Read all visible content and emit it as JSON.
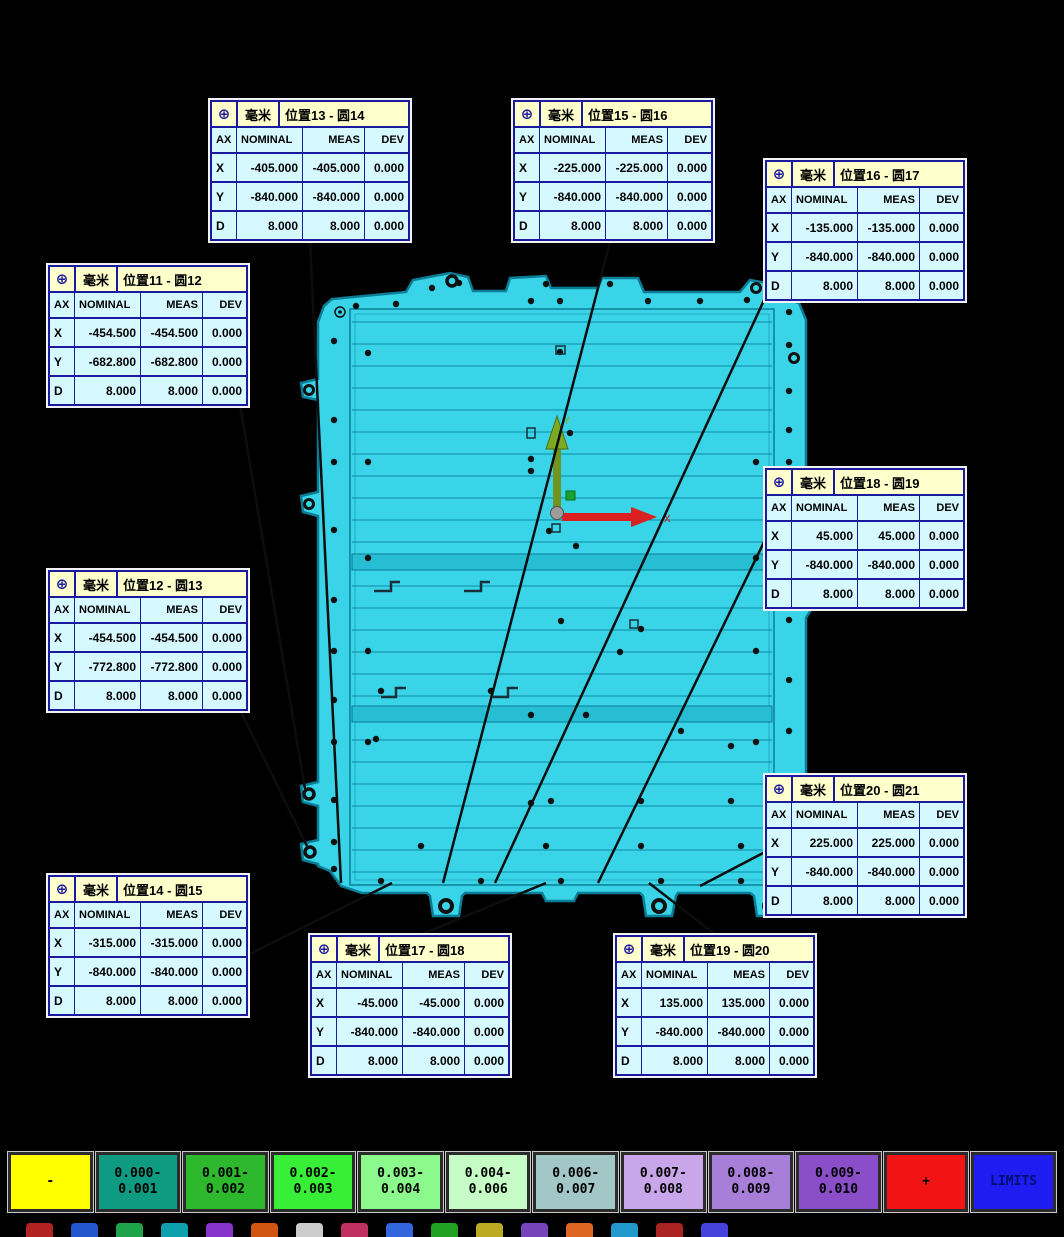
{
  "box_icon": "⊕",
  "columns": [
    "AX",
    "NOMINAL",
    "MEAS",
    "DEV"
  ],
  "axes": {
    "x": "x",
    "y": "Y"
  },
  "colors": {
    "part_fill": "#3AD4E8",
    "part_edge": "#0A7E96",
    "box_border": "#1A1A9E",
    "box_header_bg": "#FFFFCC",
    "box_cell_bg": "#D6F9FF",
    "x_axis": "#DA2020",
    "y_axis": "#6F951F"
  },
  "boxes": [
    {
      "unit": "毫米",
      "title": "位置13 - 圆14",
      "rows": [
        {
          "ax": "X",
          "nominal": "-405.000",
          "meas": "-405.000",
          "dev": "0.000"
        },
        {
          "ax": "Y",
          "nominal": "-840.000",
          "meas": "-840.000",
          "dev": "0.000"
        },
        {
          "ax": "D",
          "nominal": "8.000",
          "meas": "8.000",
          "dev": "0.000"
        }
      ]
    },
    {
      "unit": "毫米",
      "title": "位置15 - 圆16",
      "rows": [
        {
          "ax": "X",
          "nominal": "-225.000",
          "meas": "-225.000",
          "dev": "0.000"
        },
        {
          "ax": "Y",
          "nominal": "-840.000",
          "meas": "-840.000",
          "dev": "0.000"
        },
        {
          "ax": "D",
          "nominal": "8.000",
          "meas": "8.000",
          "dev": "0.000"
        }
      ]
    },
    {
      "unit": "毫米",
      "title": "位置16 - 圆17",
      "rows": [
        {
          "ax": "X",
          "nominal": "-135.000",
          "meas": "-135.000",
          "dev": "0.000"
        },
        {
          "ax": "Y",
          "nominal": "-840.000",
          "meas": "-840.000",
          "dev": "0.000"
        },
        {
          "ax": "D",
          "nominal": "8.000",
          "meas": "8.000",
          "dev": "0.000"
        }
      ]
    },
    {
      "unit": "毫米",
      "title": "位置11 - 圆12",
      "rows": [
        {
          "ax": "X",
          "nominal": "-454.500",
          "meas": "-454.500",
          "dev": "0.000"
        },
        {
          "ax": "Y",
          "nominal": "-682.800",
          "meas": "-682.800",
          "dev": "0.000"
        },
        {
          "ax": "D",
          "nominal": "8.000",
          "meas": "8.000",
          "dev": "0.000"
        }
      ]
    },
    {
      "unit": "毫米",
      "title": "位置18 - 圆19",
      "rows": [
        {
          "ax": "X",
          "nominal": "45.000",
          "meas": "45.000",
          "dev": "0.000"
        },
        {
          "ax": "Y",
          "nominal": "-840.000",
          "meas": "-840.000",
          "dev": "0.000"
        },
        {
          "ax": "D",
          "nominal": "8.000",
          "meas": "8.000",
          "dev": "0.000"
        }
      ]
    },
    {
      "unit": "毫米",
      "title": "位置12 - 圆13",
      "rows": [
        {
          "ax": "X",
          "nominal": "-454.500",
          "meas": "-454.500",
          "dev": "0.000"
        },
        {
          "ax": "Y",
          "nominal": "-772.800",
          "meas": "-772.800",
          "dev": "0.000"
        },
        {
          "ax": "D",
          "nominal": "8.000",
          "meas": "8.000",
          "dev": "0.000"
        }
      ]
    },
    {
      "unit": "毫米",
      "title": "位置20 - 圆21",
      "rows": [
        {
          "ax": "X",
          "nominal": "225.000",
          "meas": "225.000",
          "dev": "0.000"
        },
        {
          "ax": "Y",
          "nominal": "-840.000",
          "meas": "-840.000",
          "dev": "0.000"
        },
        {
          "ax": "D",
          "nominal": "8.000",
          "meas": "8.000",
          "dev": "0.000"
        }
      ]
    },
    {
      "unit": "毫米",
      "title": "位置14 - 圆15",
      "rows": [
        {
          "ax": "X",
          "nominal": "-315.000",
          "meas": "-315.000",
          "dev": "0.000"
        },
        {
          "ax": "Y",
          "nominal": "-840.000",
          "meas": "-840.000",
          "dev": "0.000"
        },
        {
          "ax": "D",
          "nominal": "8.000",
          "meas": "8.000",
          "dev": "0.000"
        }
      ]
    },
    {
      "unit": "毫米",
      "title": "位置17 - 圆18",
      "rows": [
        {
          "ax": "X",
          "nominal": "-45.000",
          "meas": "-45.000",
          "dev": "0.000"
        },
        {
          "ax": "Y",
          "nominal": "-840.000",
          "meas": "-840.000",
          "dev": "0.000"
        },
        {
          "ax": "D",
          "nominal": "8.000",
          "meas": "8.000",
          "dev": "0.000"
        }
      ]
    },
    {
      "unit": "毫米",
      "title": "位置19 - 圆20",
      "rows": [
        {
          "ax": "X",
          "nominal": "135.000",
          "meas": "135.000",
          "dev": "0.000"
        },
        {
          "ax": "Y",
          "nominal": "-840.000",
          "meas": "-840.000",
          "dev": "0.000"
        },
        {
          "ax": "D",
          "nominal": "8.000",
          "meas": "8.000",
          "dev": "0.000"
        }
      ]
    }
  ],
  "legend": {
    "items": [
      {
        "label": "-",
        "style": "background:#ffff00"
      },
      {
        "label": "0.000-\n0.001",
        "style": "background:#0f9b82"
      },
      {
        "label": "0.001-\n0.002",
        "style": "background:#2eb82e"
      },
      {
        "label": "0.002-\n0.003",
        "style": "background:#37ef37"
      },
      {
        "label": "0.003-\n0.004",
        "style": "background:#8cf98c"
      },
      {
        "label": "0.004-\n0.006",
        "style": "background:#c6fdc6"
      },
      {
        "label": "0.006-\n0.007",
        "style": "background:#a3c6c6"
      },
      {
        "label": "0.007-\n0.008",
        "style": "background:#c9a6ea"
      },
      {
        "label": "0.008-\n0.009",
        "style": "background:#a77fd9"
      },
      {
        "label": "0.009-\n0.010",
        "style": "background:#8a4ec9"
      },
      {
        "label": "+",
        "style": "background:#f21414"
      },
      {
        "label": "LIMITS",
        "style": "background:#1d1df2;color:#001070"
      }
    ]
  },
  "taskbar_fragments": [
    "#b22222",
    "#2257d0",
    "#1fa34a",
    "#0fa0ae",
    "#8833cc",
    "#d05510",
    "#cccccc",
    "#c03060",
    "#3366dd",
    "#22a022",
    "#bbaa22",
    "#7744bb",
    "#dd6622",
    "#2299cc",
    "#aa2222",
    "#4444dd"
  ]
}
